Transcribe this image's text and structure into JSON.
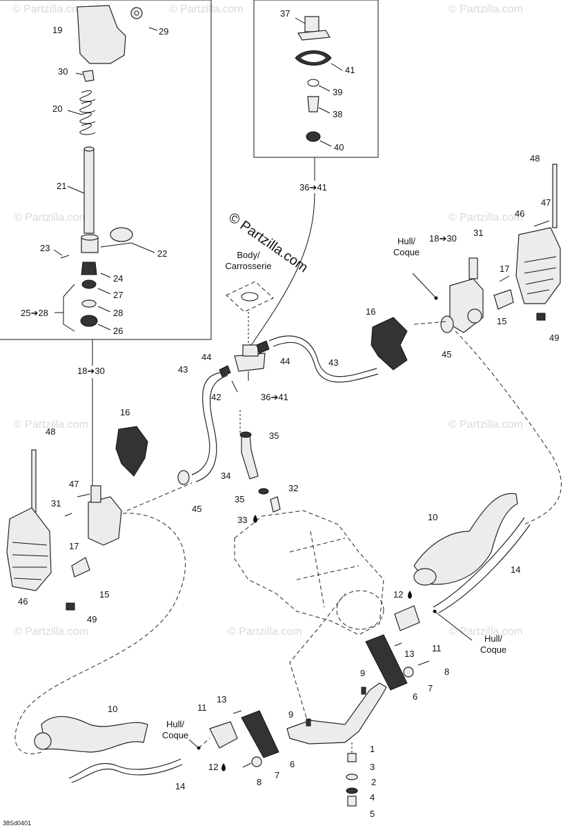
{
  "brand_watermark": "© Partzilla.com",
  "watermark_text": "© Partzilla.com",
  "drawing_code": "38Sd0401",
  "labels": {
    "l19": "19",
    "l29": "29",
    "l30a": "30",
    "l20": "20",
    "l21": "21",
    "l23": "23",
    "l22": "22",
    "l24": "24",
    "l27": "27",
    "l28": "28",
    "l25_28": "25➔28",
    "l26": "26",
    "l18_30_left": "18➔30",
    "l37": "37",
    "l41": "41",
    "l39": "39",
    "l38": "38",
    "l40": "40",
    "l36_41_top": "36➔41",
    "l48_right": "48",
    "l47_right": "47",
    "l46_right": "46",
    "l31_right": "31",
    "l18_30_right": "18➔30",
    "l17_right": "17",
    "l15_right": "15",
    "l49_right": "49",
    "l16_right": "16",
    "l45_right": "45",
    "l43_right": "43",
    "l44_right": "44",
    "l44_left": "44",
    "l43_left": "43",
    "l42": "42",
    "l36_41_mid": "36➔41",
    "l35_top": "35",
    "l16_left": "16",
    "l48_left": "48",
    "l47_left": "47",
    "l31_left": "31",
    "l17_left": "17",
    "l46_left": "46",
    "l15_left": "15",
    "l49_left": "49",
    "l34": "34",
    "l45_left": "45",
    "l35_bot": "35",
    "l32": "32",
    "l33": "33",
    "l10_right": "10",
    "l14_right": "14",
    "l12_right": "12",
    "l11_right": "11",
    "l13_right": "13",
    "l8_right": "8",
    "l7_right": "7",
    "l6_right": "6",
    "l9_right": "9",
    "l1": "1",
    "l3": "3",
    "l2": "2",
    "l4": "4",
    "l5": "5",
    "l9_left": "9",
    "l13_left": "13",
    "l11_left": "11",
    "l10_left": "10",
    "l6_left": "6",
    "l7_left": "7",
    "l8_left": "8",
    "l12_left": "12",
    "l14_left": "14"
  },
  "captions": {
    "body_line1": "Body/",
    "body_line2": "Carrosserie",
    "hull_top_1": "Hull/",
    "hull_top_2": "Coque",
    "hull_right_1": "Hull/",
    "hull_right_2": "Coque",
    "hull_left_1": "Hull/",
    "hull_left_2": "Coque"
  }
}
